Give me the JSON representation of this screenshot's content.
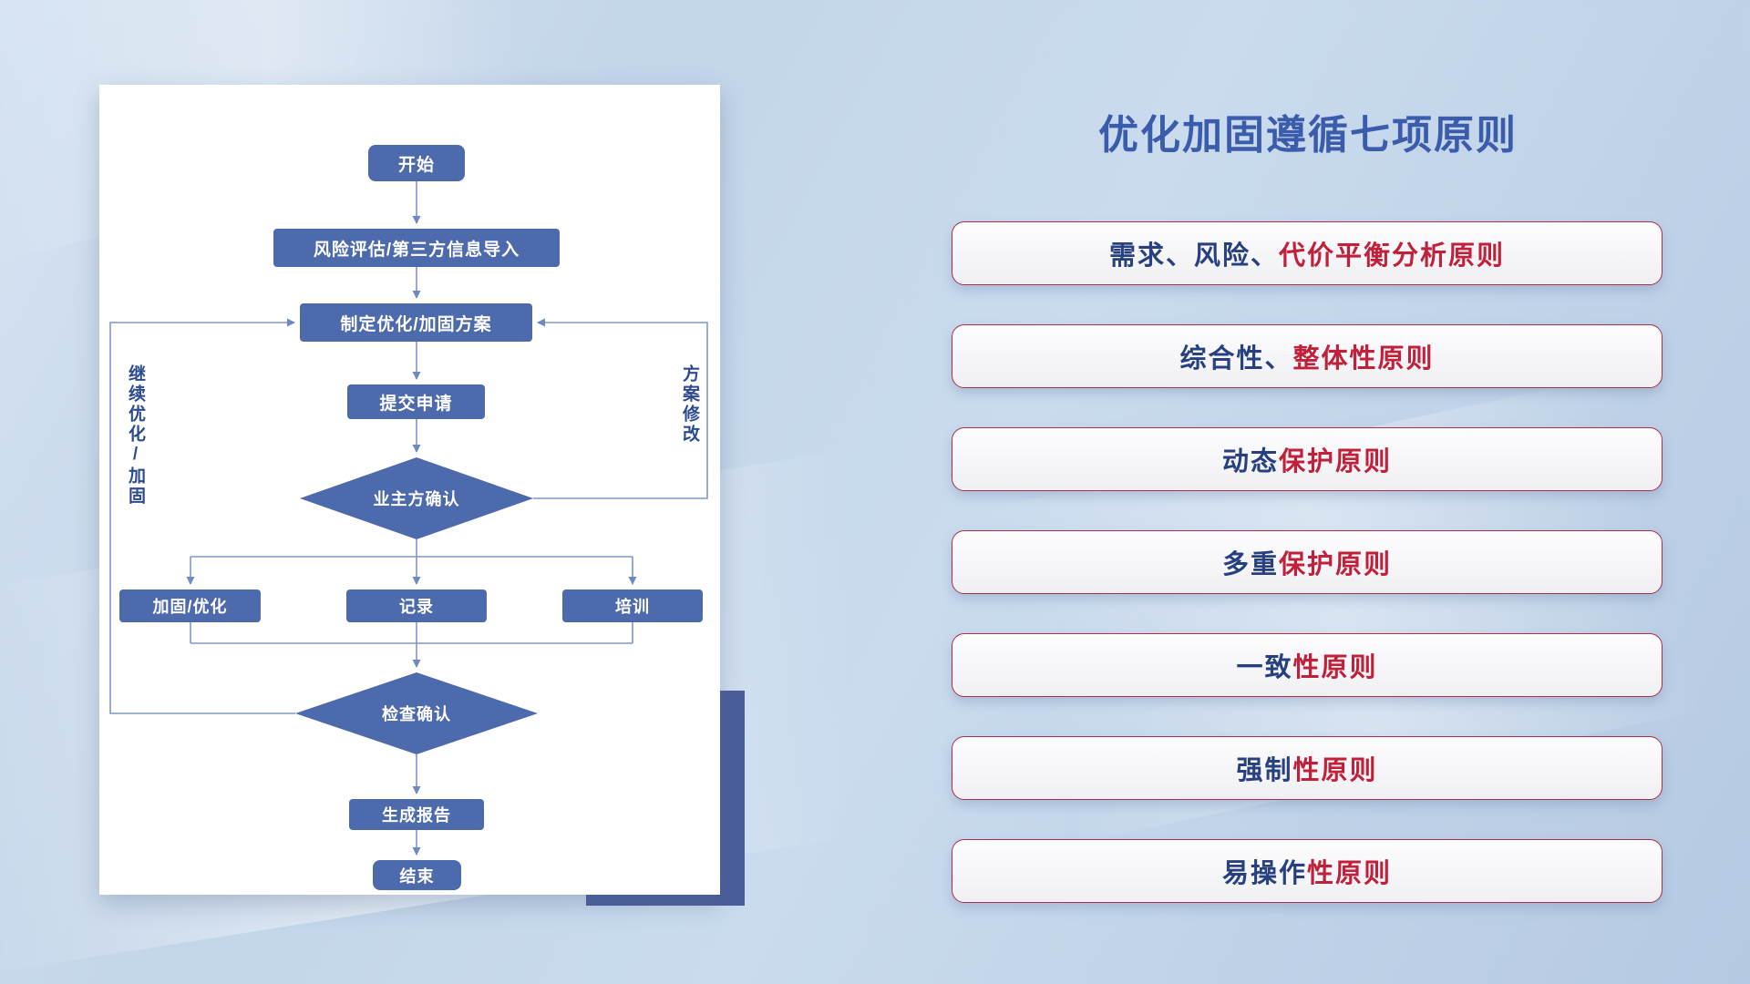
{
  "flowchart": {
    "nodes": {
      "start": "开始",
      "risk_import": "风险评估/第三方信息导入",
      "make_plan": "制定优化/加固方案",
      "submit": "提交申请",
      "owner_confirm": "业主方确认",
      "reinforce": "加固/优化",
      "record": "记录",
      "training": "培训",
      "check_confirm": "检查确认",
      "report": "生成报告",
      "end": "结束"
    },
    "loop_labels": {
      "left": "继续优化/加固",
      "right": "方案修改"
    }
  },
  "principles": {
    "title": "优化加固遵循七项原则",
    "items": [
      {
        "navy": "需求、风险、",
        "red": "代价平衡分析原则"
      },
      {
        "navy": "综合性、",
        "red": "整体性原则"
      },
      {
        "navy": "动态",
        "red": "保护原则"
      },
      {
        "navy": "多重",
        "red": "保护原则"
      },
      {
        "navy": "一致",
        "red": "性原则"
      },
      {
        "navy": "强制",
        "red": "性原则"
      },
      {
        "navy": "易操作",
        "red": "性原则"
      }
    ]
  },
  "colors": {
    "title_blue": "#3a5cab",
    "node_blue": "#4d6aad",
    "connector_blue": "#7e98cb",
    "principle_red": "#c0203a",
    "principle_navy": "#27407f",
    "pill_border_red": "#ab2f47"
  }
}
